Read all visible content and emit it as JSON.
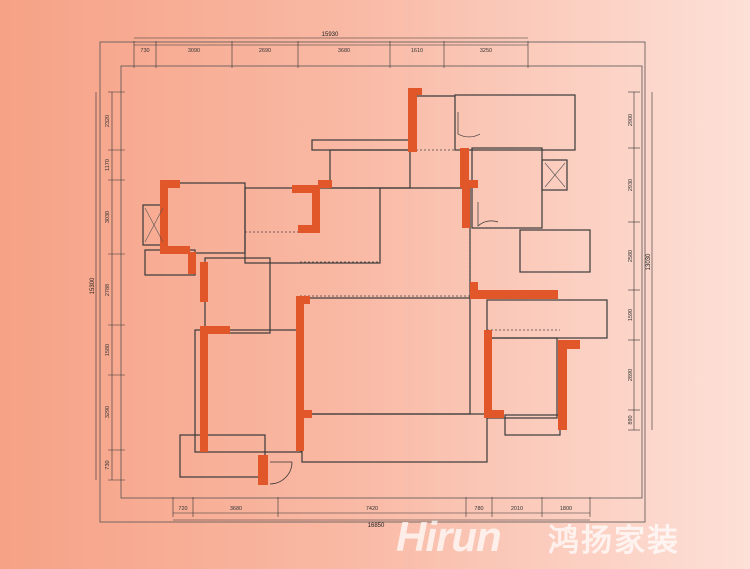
{
  "dimensions": {
    "top_total": "15930",
    "top_segments": [
      "730",
      "3090",
      "2690",
      "3680",
      "1610",
      "3250"
    ],
    "bottom_total": "16850",
    "bottom_segments": [
      "720",
      "3680",
      "7420",
      "780",
      "2010",
      "1800"
    ],
    "left_total": "15300",
    "left_segments": [
      "2320",
      "1170",
      "3030",
      "2788",
      "1580",
      "3290",
      "730"
    ],
    "right_total": "13030",
    "right_segments": [
      "2900",
      "2930",
      "2580",
      "1590",
      "2890",
      "890"
    ]
  },
  "watermark": {
    "logo_text": "Hirun",
    "brand_cn": "鸿扬家装"
  },
  "colors": {
    "wall_highlight": "#e2572a",
    "line": "#3a3a3a",
    "background_start": "#f6a286",
    "background_end": "#fde0d7"
  }
}
